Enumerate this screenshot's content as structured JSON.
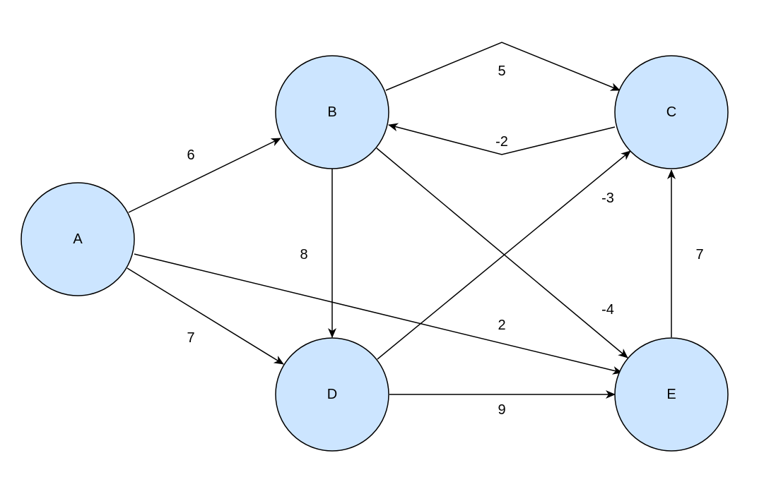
{
  "diagram": {
    "type": "directed-weighted-graph",
    "colors": {
      "node_fill": "#cce5ff",
      "stroke": "#000000",
      "text": "#000000",
      "background": "#ffffff"
    },
    "nodes": [
      {
        "id": "A",
        "label": "A"
      },
      {
        "id": "B",
        "label": "B"
      },
      {
        "id": "C",
        "label": "C"
      },
      {
        "id": "D",
        "label": "D"
      },
      {
        "id": "E",
        "label": "E"
      }
    ],
    "edges": [
      {
        "from": "A",
        "to": "B",
        "weight": "6"
      },
      {
        "from": "A",
        "to": "D",
        "weight": "7"
      },
      {
        "from": "A",
        "to": "E",
        "weight": "2"
      },
      {
        "from": "B",
        "to": "C",
        "weight": "5"
      },
      {
        "from": "C",
        "to": "B",
        "weight": "-2"
      },
      {
        "from": "B",
        "to": "D",
        "weight": "8"
      },
      {
        "from": "B",
        "to": "E",
        "weight": "-4"
      },
      {
        "from": "D",
        "to": "C",
        "weight": "-3"
      },
      {
        "from": "D",
        "to": "E",
        "weight": "9"
      },
      {
        "from": "E",
        "to": "C",
        "weight": "7"
      }
    ]
  }
}
